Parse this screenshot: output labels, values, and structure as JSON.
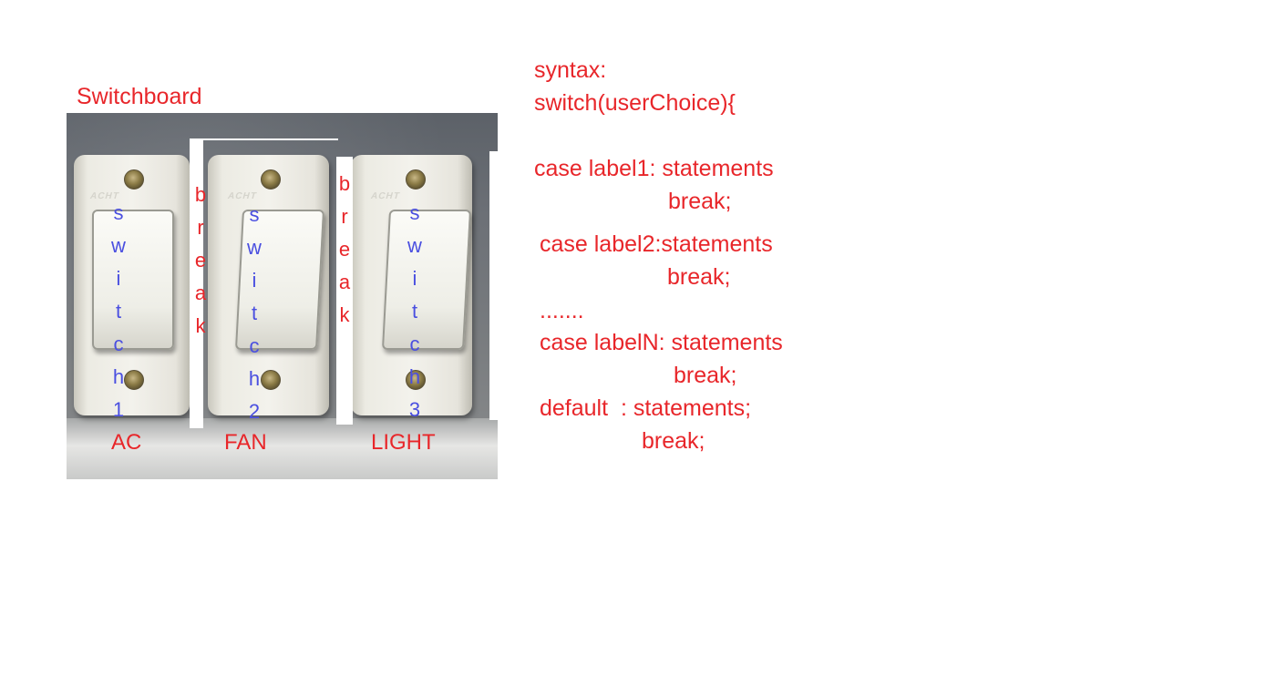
{
  "diagram": {
    "title": "Switchboard",
    "switch_word": "switch",
    "break_word": "break",
    "switches": [
      {
        "number": "1",
        "label": "AC"
      },
      {
        "number": "2",
        "label": "FAN"
      },
      {
        "number": "3",
        "label": "LIGHT"
      }
    ],
    "brand_text": "ACHT"
  },
  "syntax": {
    "lines": [
      "syntax:",
      "switch(userChoice){",
      "case label1: statements",
      "break;",
      "case label2:statements",
      "break;",
      ".......",
      "case labelN: statements",
      "break;",
      "default  : statements;",
      "break;"
    ]
  },
  "colors": {
    "annotation_red": "#e8262a",
    "annotation_blue": "#4a4fe0",
    "background": "#ffffff"
  }
}
